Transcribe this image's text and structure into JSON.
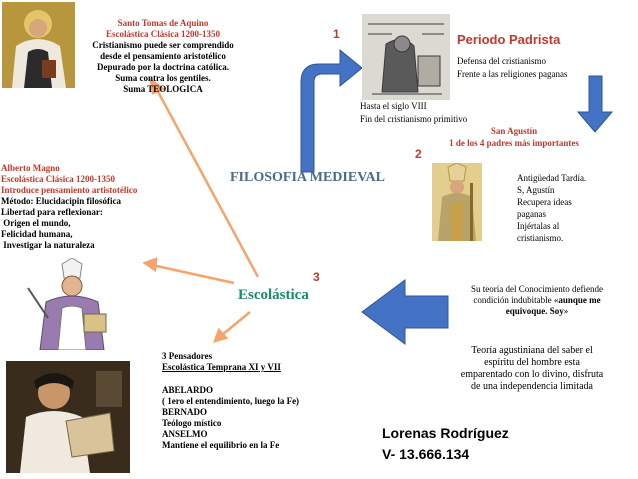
{
  "title": "FILOSOFIA MEDIEVAL",
  "markers": {
    "one": "1",
    "two": "2",
    "three": "3"
  },
  "patristic": {
    "heading": "Periodo Padrista",
    "desc_1": "Defensa del cristianismo",
    "desc_2": "Frente a las religiones paganas",
    "span_1": "Hasta el siglo VIII",
    "span_2": "Fin del cristianismo primitivo"
  },
  "augustine": {
    "name": "San Agustín",
    "subtitle": "1 de los 4 padres más importantes",
    "notes": [
      "Antigüedad Tardía.",
      "S, Agustín",
      "Recupera ideas",
      "paganas",
      "Injértalas al",
      "cristianismo."
    ]
  },
  "knowledge": {
    "line_1": "Su teoría del Conocimiento defiende",
    "line_2_plain": "condición indubitable «",
    "line_2_bold": "aunque me",
    "line_3_bold": "equivoque. Soy",
    "line_3_plain": "»"
  },
  "theory": [
    "Teoría agustiniana del saber  el",
    "espíritu del hombre esta",
    "emparentado con lo divino, disfruta",
    "de una independencia limitada"
  ],
  "scholastic": {
    "label": "Escolástica"
  },
  "aquinas": {
    "name": "Santo Tomas de Aquino",
    "period": "Escolástica Clásica 1200-1350",
    "lines": [
      "Cristianismo puede ser comprendido",
      "desde el pensamiento aristotélico",
      "Depurado por la doctrina católica.",
      "Suma contra los gentiles.",
      "Suma TEOLOGICA"
    ]
  },
  "magnus": {
    "name": "Alberto Magno",
    "period": "Escolástica Clásica 1200-1350",
    "intro": "Introduce pensamiento artistotélico",
    "lines": [
      "Método: Elucidacipin filosófica",
      "Libertad para reflexionar:",
      " Origen el mundo,",
      "Felicidad humana,",
      " Investigar la naturaleza"
    ]
  },
  "early": {
    "heading": "3 Pensadores",
    "period": "Escolástica Temprana XI y VII",
    "lines": [
      "ABELARDO",
      "( 1ero el entendimiento, luego la Fe)",
      "BERNADO",
      "Teólogo místico",
      "ANSELMO",
      "Mantiene el equilibrio en la Fe"
    ]
  },
  "author": {
    "name": "Lorenas Rodríguez",
    "id": "V- 13.666.134"
  },
  "colors": {
    "blue": "#4472c4",
    "orange": "#f4a46c",
    "red": "#c0392b",
    "teal": "#1a8a6a",
    "slate": "#4a6b8a"
  }
}
